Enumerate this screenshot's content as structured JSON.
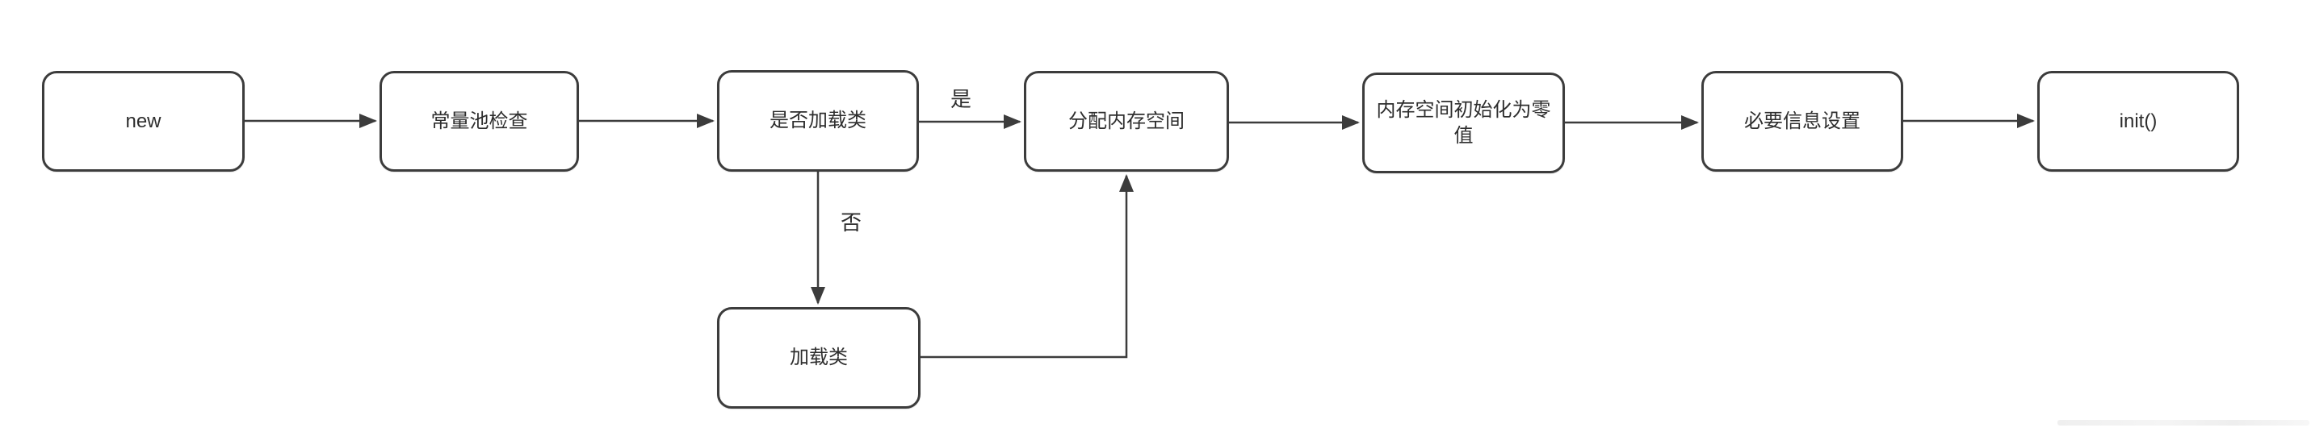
{
  "diagram": {
    "type": "flowchart",
    "description": "Object creation flow starting from new keyword",
    "nodes": [
      {
        "id": "new",
        "label": "new"
      },
      {
        "id": "constant-pool-check",
        "label": "常量池检查"
      },
      {
        "id": "class-loaded-check",
        "label": "是否加载类"
      },
      {
        "id": "allocate-memory",
        "label": "分配内存空间"
      },
      {
        "id": "zero-init-memory",
        "label": "内存空间初始化为零值"
      },
      {
        "id": "necessary-info-setup",
        "label": "必要信息设置"
      },
      {
        "id": "init",
        "label": "init()"
      },
      {
        "id": "load-class",
        "label": "加载类"
      }
    ],
    "edges": [
      {
        "from": "new",
        "to": "constant-pool-check",
        "label": ""
      },
      {
        "from": "constant-pool-check",
        "to": "class-loaded-check",
        "label": ""
      },
      {
        "from": "class-loaded-check",
        "to": "allocate-memory",
        "label": "是"
      },
      {
        "from": "allocate-memory",
        "to": "zero-init-memory",
        "label": ""
      },
      {
        "from": "zero-init-memory",
        "to": "necessary-info-setup",
        "label": ""
      },
      {
        "from": "necessary-info-setup",
        "to": "init",
        "label": ""
      },
      {
        "from": "class-loaded-check",
        "to": "load-class",
        "label": "否"
      },
      {
        "from": "load-class",
        "to": "allocate-memory",
        "label": ""
      }
    ],
    "colors": {
      "background": "#ffffff",
      "node_fill": "#ffffff",
      "node_border": "#3c3c3c",
      "line": "#3c3c3c",
      "text": "#2e2e2e"
    }
  }
}
